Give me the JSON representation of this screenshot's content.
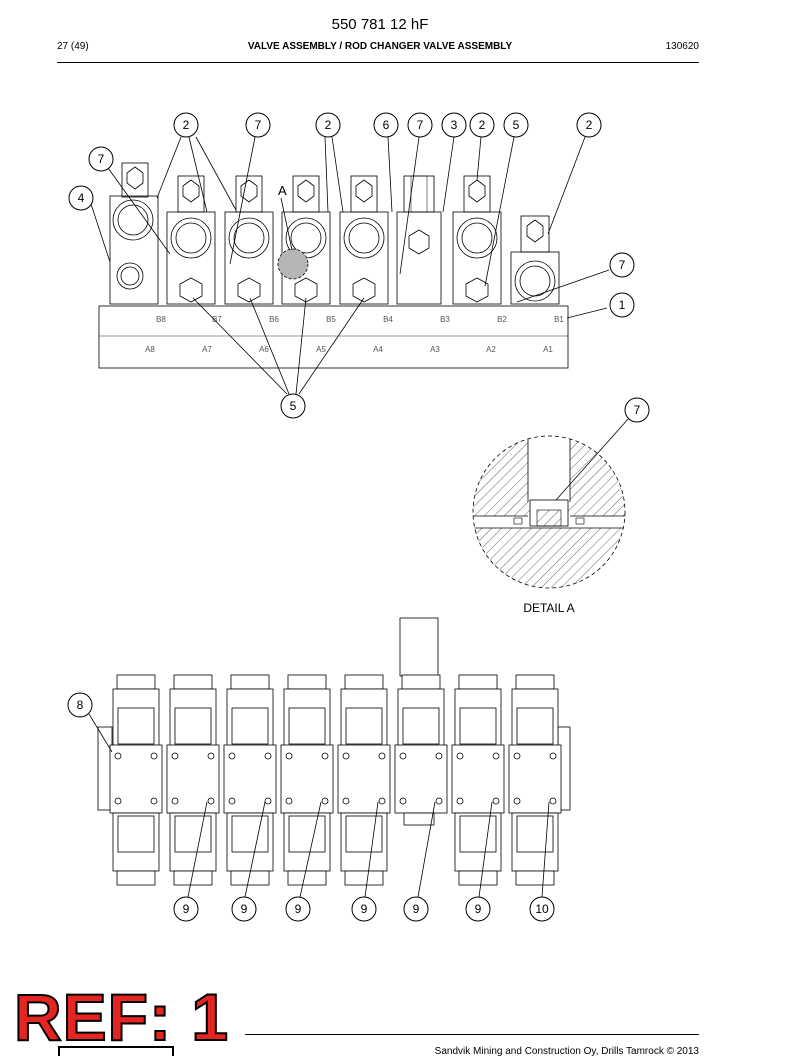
{
  "header": {
    "doc_number": "550 781 12 hF",
    "page": "27 (49)",
    "title": "VALVE ASSEMBLY / ROD CHANGER VALVE ASSEMBLY",
    "code": "130620"
  },
  "figure_top": {
    "port_labels_b": [
      "B8",
      "B7",
      "B6",
      "B5",
      "B4",
      "B3",
      "B2",
      "B1"
    ],
    "port_labels_a": [
      "A8",
      "A7",
      "A6",
      "A5",
      "A4",
      "A3",
      "A2",
      "A1"
    ],
    "detail_marker": "A",
    "callouts": {
      "c2a": "2",
      "c7a": "7",
      "c2b": "2",
      "c6": "6",
      "c7b": "7",
      "c3": "3",
      "c2c": "2",
      "c5a": "5",
      "c2d": "2",
      "c7c": "7",
      "c4": "4",
      "c7d": "7",
      "c1": "1",
      "c5b": "5"
    }
  },
  "detail": {
    "label": "DETAIL A",
    "callout": "7"
  },
  "figure_bottom": {
    "callouts": {
      "c8": "8",
      "c9a": "9",
      "c9b": "9",
      "c9c": "9",
      "c9d": "9",
      "c9e": "9",
      "c9f": "9",
      "c10": "10"
    }
  },
  "ref_mark": "REF: 1",
  "footer": {
    "copyright": "Sandvik Mining and Construction Oy, Drills Tamrock © 2013"
  }
}
